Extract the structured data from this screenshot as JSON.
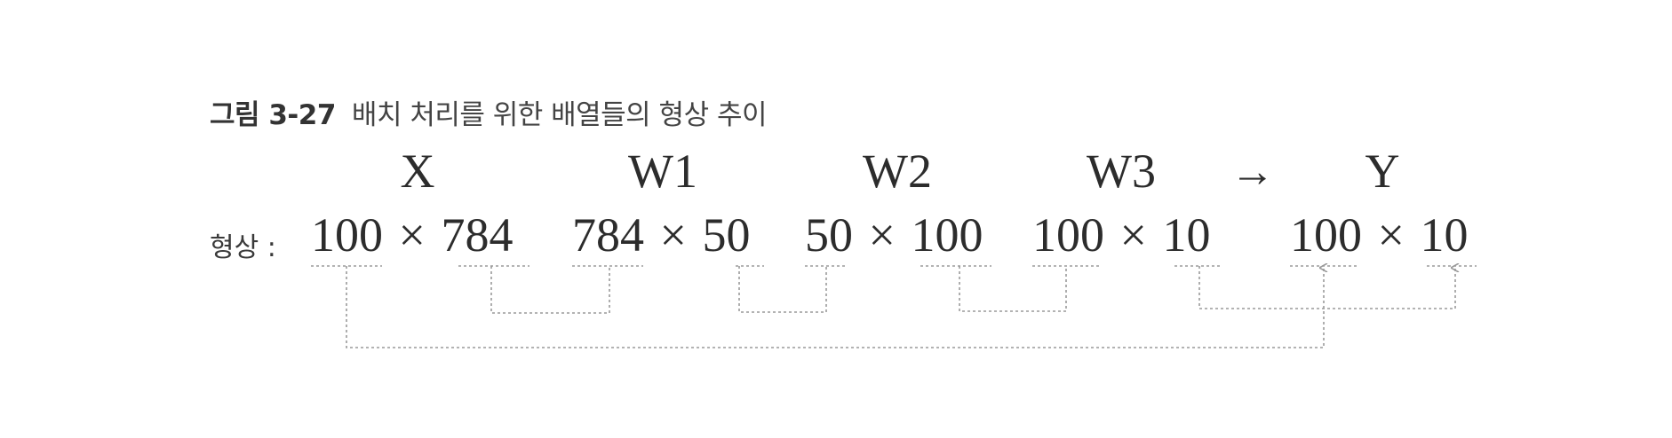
{
  "caption": {
    "label": "그림 3-27",
    "title": "배치 처리를 위한 배열들의 형상 추이"
  },
  "arrays": [
    {
      "name": "X",
      "shape": "100 × 784"
    },
    {
      "name": "W1",
      "shape": "784 × 50"
    },
    {
      "name": "W2",
      "shape": "50 × 100"
    },
    {
      "name": "W3",
      "shape": "100 × 10"
    }
  ],
  "arrow": "→",
  "result": {
    "name": "Y",
    "shape": "100 × 10"
  },
  "shape_label": "형상 :",
  "colors": {
    "text": "#2c2c2c",
    "dashed_line": "#9a9a9a"
  }
}
